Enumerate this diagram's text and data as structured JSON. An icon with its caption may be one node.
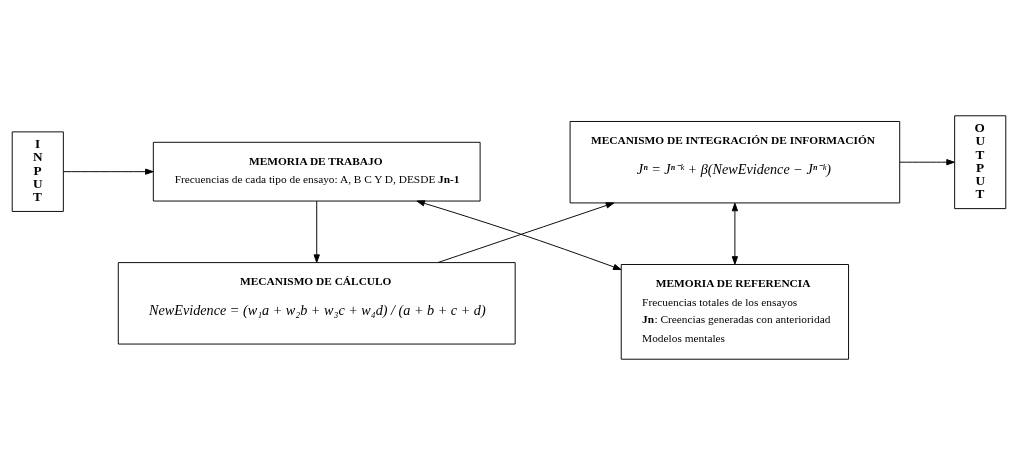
{
  "diagram": {
    "nodes": [
      {
        "text": [
          "INPUT"
        ]
      },
      {
        "text": [
          "MECANISMO DE CÁLCULO",
          "NewEvidence = (w₁a + w₂b + w₃c + w₄d) / (a + b + c + d)"
        ]
      },
      {
        "text": [
          "MECANISMO DE INTEGRACIÓN DE INFORMACIÓN",
          "Jⁿ = Jⁿ⁻ᵏ + β(NewEvidence − Jⁿ⁻ᵏ)"
        ]
      },
      {
        "text": [
          "OUTPUT"
        ]
      },
      {
        "text": [
          "MEMORIA DE TRABAJO",
          "Frecuencias de cada tipo de ensayo: A, B C Y D, DESDE **Jn-1**"
        ]
      },
      {
        "text": [
          "MEMORIA DE REFERENCIA",
          "Frecuencias totales de los ensayos",
          "**Jn**: Creencias generadas con anterioridad",
          "Modelos mentales"
        ]
      }
    ],
    "edges": [
      {
        "from": 0,
        "to": 4,
        "arrow": "to"
      },
      {
        "from": 4,
        "to": 1,
        "arrow": "to"
      },
      {
        "from": 1,
        "to": 2,
        "arrow": "to"
      },
      {
        "from": 2,
        "to": 3,
        "arrow": "to"
      },
      {
        "from": 2,
        "to": 5,
        "arrow": "both"
      },
      {
        "from": 4,
        "to": 5,
        "arrow": "both"
      }
    ]
  }
}
